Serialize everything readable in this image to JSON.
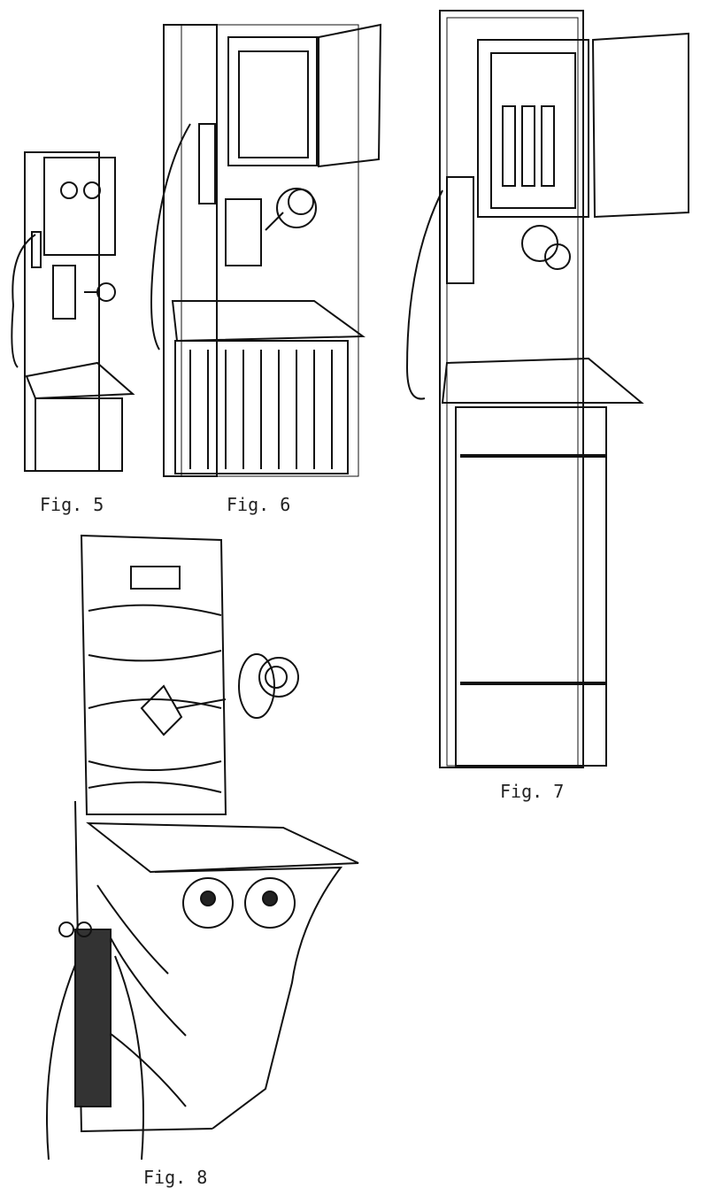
{
  "figures": [
    {
      "caption": "Fig. 5"
    },
    {
      "caption": "Fig. 6"
    },
    {
      "caption": "Fig. 7"
    },
    {
      "caption": "Fig. 8"
    }
  ]
}
